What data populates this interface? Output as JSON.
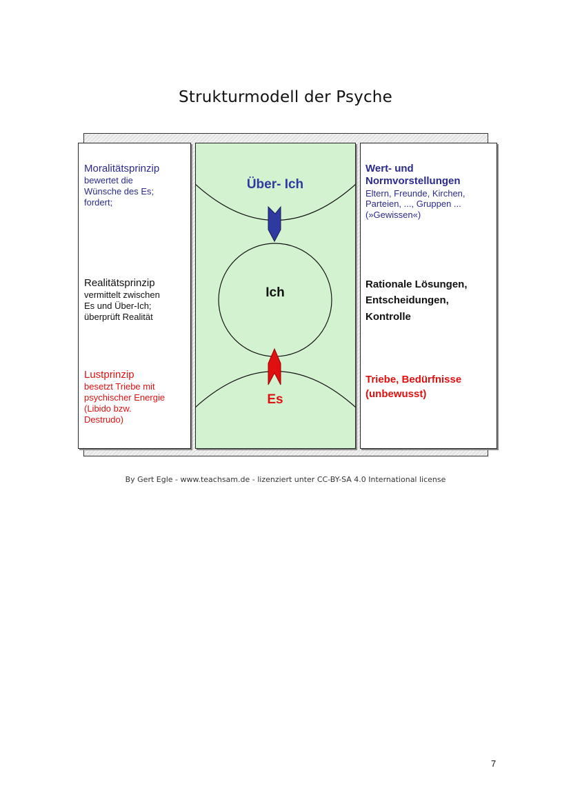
{
  "title": "Strukturmodell der Psyche",
  "left": {
    "moral": {
      "title": "Moralitätsprinzip",
      "lines": [
        "bewertet die",
        "Wünsche des Es;",
        "fordert;"
      ]
    },
    "real": {
      "title": "Realitätsprinzip",
      "lines": [
        "vermittelt zwischen",
        "Es und Über-Ich;",
        "überprüft Realität"
      ]
    },
    "lust": {
      "title": "Lustprinzip",
      "lines": [
        "besetzt Triebe mit",
        "psychischer Energie",
        "(Libido bzw.",
        "Destrudo)"
      ]
    }
  },
  "center": {
    "ueber_ich": "Über- Ich",
    "ich": "Ich",
    "es": "Es"
  },
  "right": {
    "werte": {
      "title_lines": [
        "Wert- und",
        "Normvorstellungen"
      ],
      "lines": [
        "Eltern, Freunde, Kirchen,",
        "Parteien, ..., Gruppen ...",
        "(»Gewissen«)"
      ]
    },
    "rational": {
      "lines": [
        "Rationale Lösungen,",
        "Entscheidungen,",
        "Kontrolle"
      ]
    },
    "triebe": {
      "lines": [
        "Triebe, Bedürfnisse",
        "(unbewusst)"
      ]
    }
  },
  "credit": "By Gert Egle - www.teachsam.de - lizenziert unter CC-BY-SA 4.0 International license",
  "page_number": "7",
  "colors": {
    "blue": "#2a2a8e",
    "red": "#e01010",
    "green_panel": "#d3f3d0",
    "arrow_blue": "#2e3aa0",
    "arrow_red": "#e01010"
  }
}
